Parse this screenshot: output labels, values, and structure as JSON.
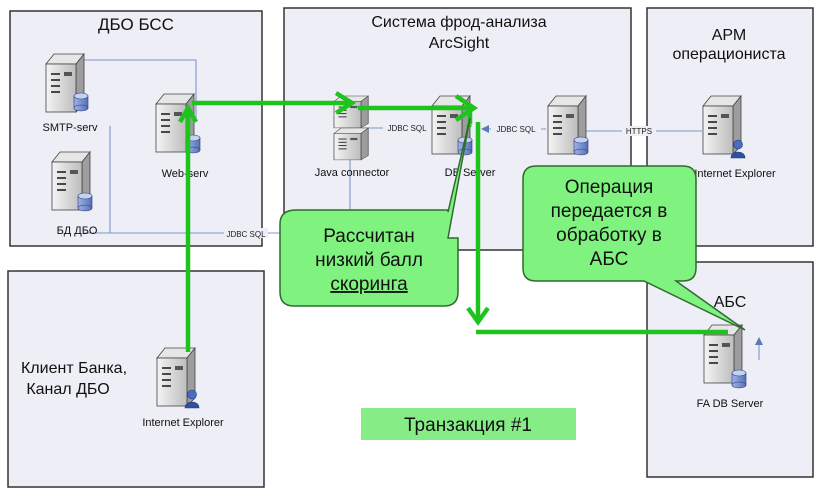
{
  "colors": {
    "zone_fill": "#eeeef6",
    "zone_border": "#333333",
    "flow_green": "#1ec31e",
    "callout_fill": "#7ff27f",
    "callout_border": "#2f6b2f",
    "label_bar": "#86ed86",
    "thin_link": "#7d98c9"
  },
  "zones": {
    "dbo_bss": "ДБО БСС",
    "fraud_line1": "Система фрод-анализа",
    "fraud_line2": "ArcSight",
    "arm_line1": "АРМ",
    "arm_line2": "операциониста",
    "client_line1": "Клиент Банка,",
    "client_line2": "Канал ДБО",
    "abs": "АБС"
  },
  "nodes": {
    "smtp": "SMTP-serv",
    "bd_dbo": "БД ДБО",
    "web": "Web-serv",
    "java": "Java connector",
    "db_server": "DB Server",
    "arm_ie": "Internet Explorer",
    "client_ie": "Internet Explorer",
    "fa_db": "FA DB Server"
  },
  "links": {
    "jdbc1": "JDBC SQL",
    "jdbc2": "JDBC SQL",
    "jdbc3": "JDBC SQL",
    "https": "HTTPS"
  },
  "callouts": {
    "score": [
      "Рассчитан",
      "низкий балл",
      "скоринга"
    ],
    "operation": [
      "Операция",
      "передается в",
      "обработку в",
      "АБС"
    ]
  },
  "transaction_label": "Транзакция #1"
}
